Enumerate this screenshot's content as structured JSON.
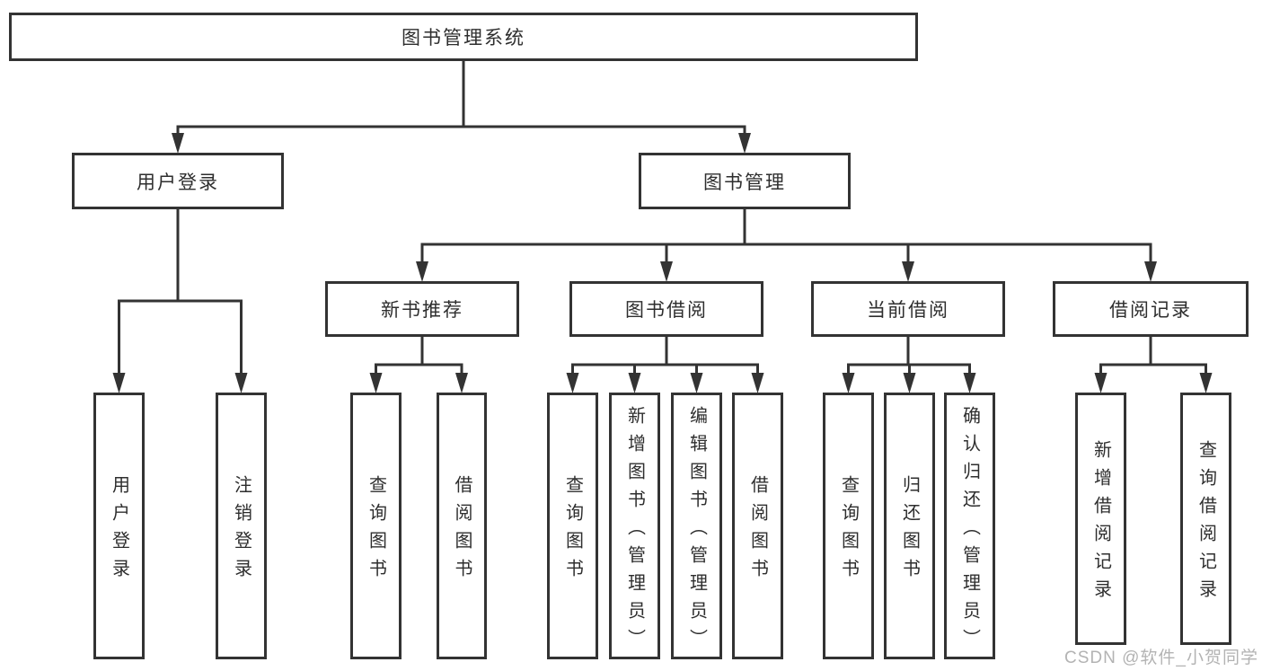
{
  "diagram": {
    "type": "tree",
    "title": "图书管理系统",
    "nodes": [
      {
        "id": "root",
        "label": "图书管理系统",
        "parent": null
      },
      {
        "id": "user-login",
        "label": "用户登录",
        "parent": "root"
      },
      {
        "id": "book-mgmt",
        "label": "图书管理",
        "parent": "root"
      },
      {
        "id": "ul-login",
        "label": "用户登录",
        "parent": "user-login"
      },
      {
        "id": "ul-logout",
        "label": "注销登录",
        "parent": "user-login"
      },
      {
        "id": "new-book-rec",
        "label": "新书推荐",
        "parent": "book-mgmt"
      },
      {
        "id": "book-borrow",
        "label": "图书借阅",
        "parent": "book-mgmt"
      },
      {
        "id": "current-borrow",
        "label": "当前借阅",
        "parent": "book-mgmt"
      },
      {
        "id": "borrow-records",
        "label": "借阅记录",
        "parent": "book-mgmt"
      },
      {
        "id": "nb-query",
        "label": "查询图书",
        "parent": "new-book-rec"
      },
      {
        "id": "nb-borrow",
        "label": "借阅图书",
        "parent": "new-book-rec"
      },
      {
        "id": "bb-query",
        "label": "查询图书",
        "parent": "book-borrow"
      },
      {
        "id": "bb-add",
        "label": "新增图书（管理员）",
        "parent": "book-borrow"
      },
      {
        "id": "bb-edit",
        "label": "编辑图书（管理员）",
        "parent": "book-borrow"
      },
      {
        "id": "bb-borrow",
        "label": "借阅图书",
        "parent": "book-borrow"
      },
      {
        "id": "cb-query",
        "label": "查询图书",
        "parent": "current-borrow"
      },
      {
        "id": "cb-return",
        "label": "归还图书",
        "parent": "current-borrow"
      },
      {
        "id": "cb-confirm",
        "label": "确认归还（管理员）",
        "parent": "current-borrow"
      },
      {
        "id": "br-add",
        "label": "新增借阅记录",
        "parent": "borrow-records"
      },
      {
        "id": "br-query",
        "label": "查询借阅记录",
        "parent": "borrow-records"
      }
    ]
  },
  "watermark": {
    "text": "CSDN @软件_小贺同学"
  },
  "colors": {
    "line": "#333333",
    "border": "#333333",
    "text": "#2e2e2e",
    "background": "#ffffff",
    "watermark": "#b3b3b3"
  }
}
